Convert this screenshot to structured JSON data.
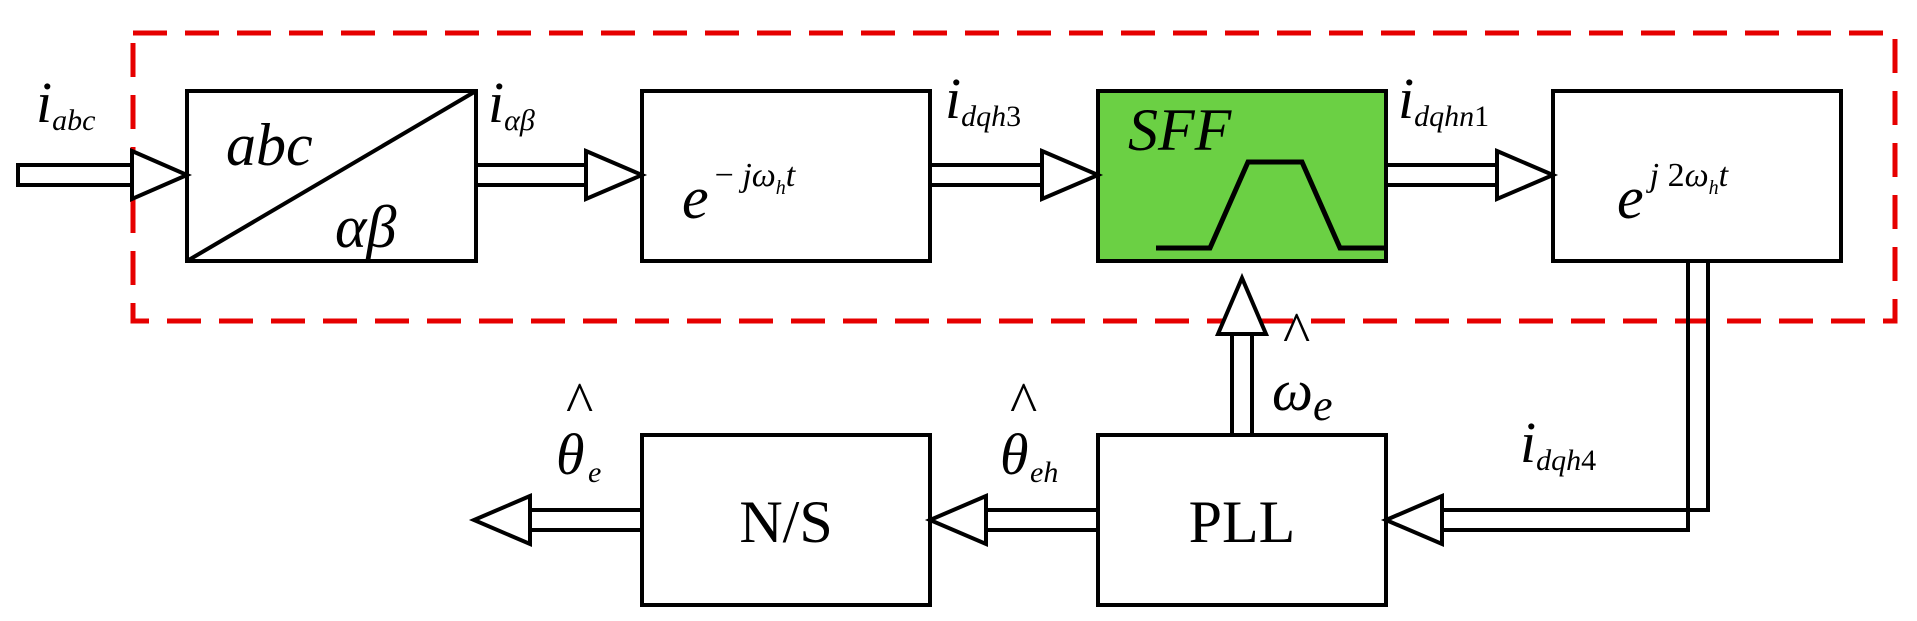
{
  "blocks": {
    "transform": {
      "top": "abc",
      "bottom": "αβ"
    },
    "demod": {
      "base": "e",
      "exp_prefix": "− ",
      "exp_j": "j",
      "exp_omega": "ω",
      "exp_omega_sub": "h",
      "exp_t": "t"
    },
    "filter": {
      "label": "SFF"
    },
    "remod": {
      "base": "e",
      "exp_j": "j",
      "exp_two": " 2",
      "exp_omega": "ω",
      "exp_omega_sub": "h",
      "exp_t": "t"
    },
    "ns": {
      "label": "N/S"
    },
    "pll": {
      "label": "PLL"
    }
  },
  "signals": {
    "i_abc": {
      "main": "i",
      "sub": "abc"
    },
    "i_alphabeta": {
      "main": "i",
      "sub": "αβ"
    },
    "i_dqh3": {
      "main": "i",
      "sub": "dqh",
      "sub_num": "3"
    },
    "i_dqhn1": {
      "main": "i",
      "sub": "dqhn",
      "sub_num": "1"
    },
    "i_dqh4": {
      "main": "i",
      "sub": "dqh",
      "sub_num": "4"
    },
    "omega_e": {
      "main": "ω",
      "hat": "^",
      "sub": "e"
    },
    "theta_eh": {
      "main": "θ",
      "hat": "^",
      "sub": "eh"
    },
    "theta_e": {
      "main": "θ",
      "hat": "^",
      "sub": "e"
    }
  },
  "colors": {
    "filter_fill": "#6bd044",
    "boundary_dash": "#e60000",
    "stroke": "#000000"
  }
}
